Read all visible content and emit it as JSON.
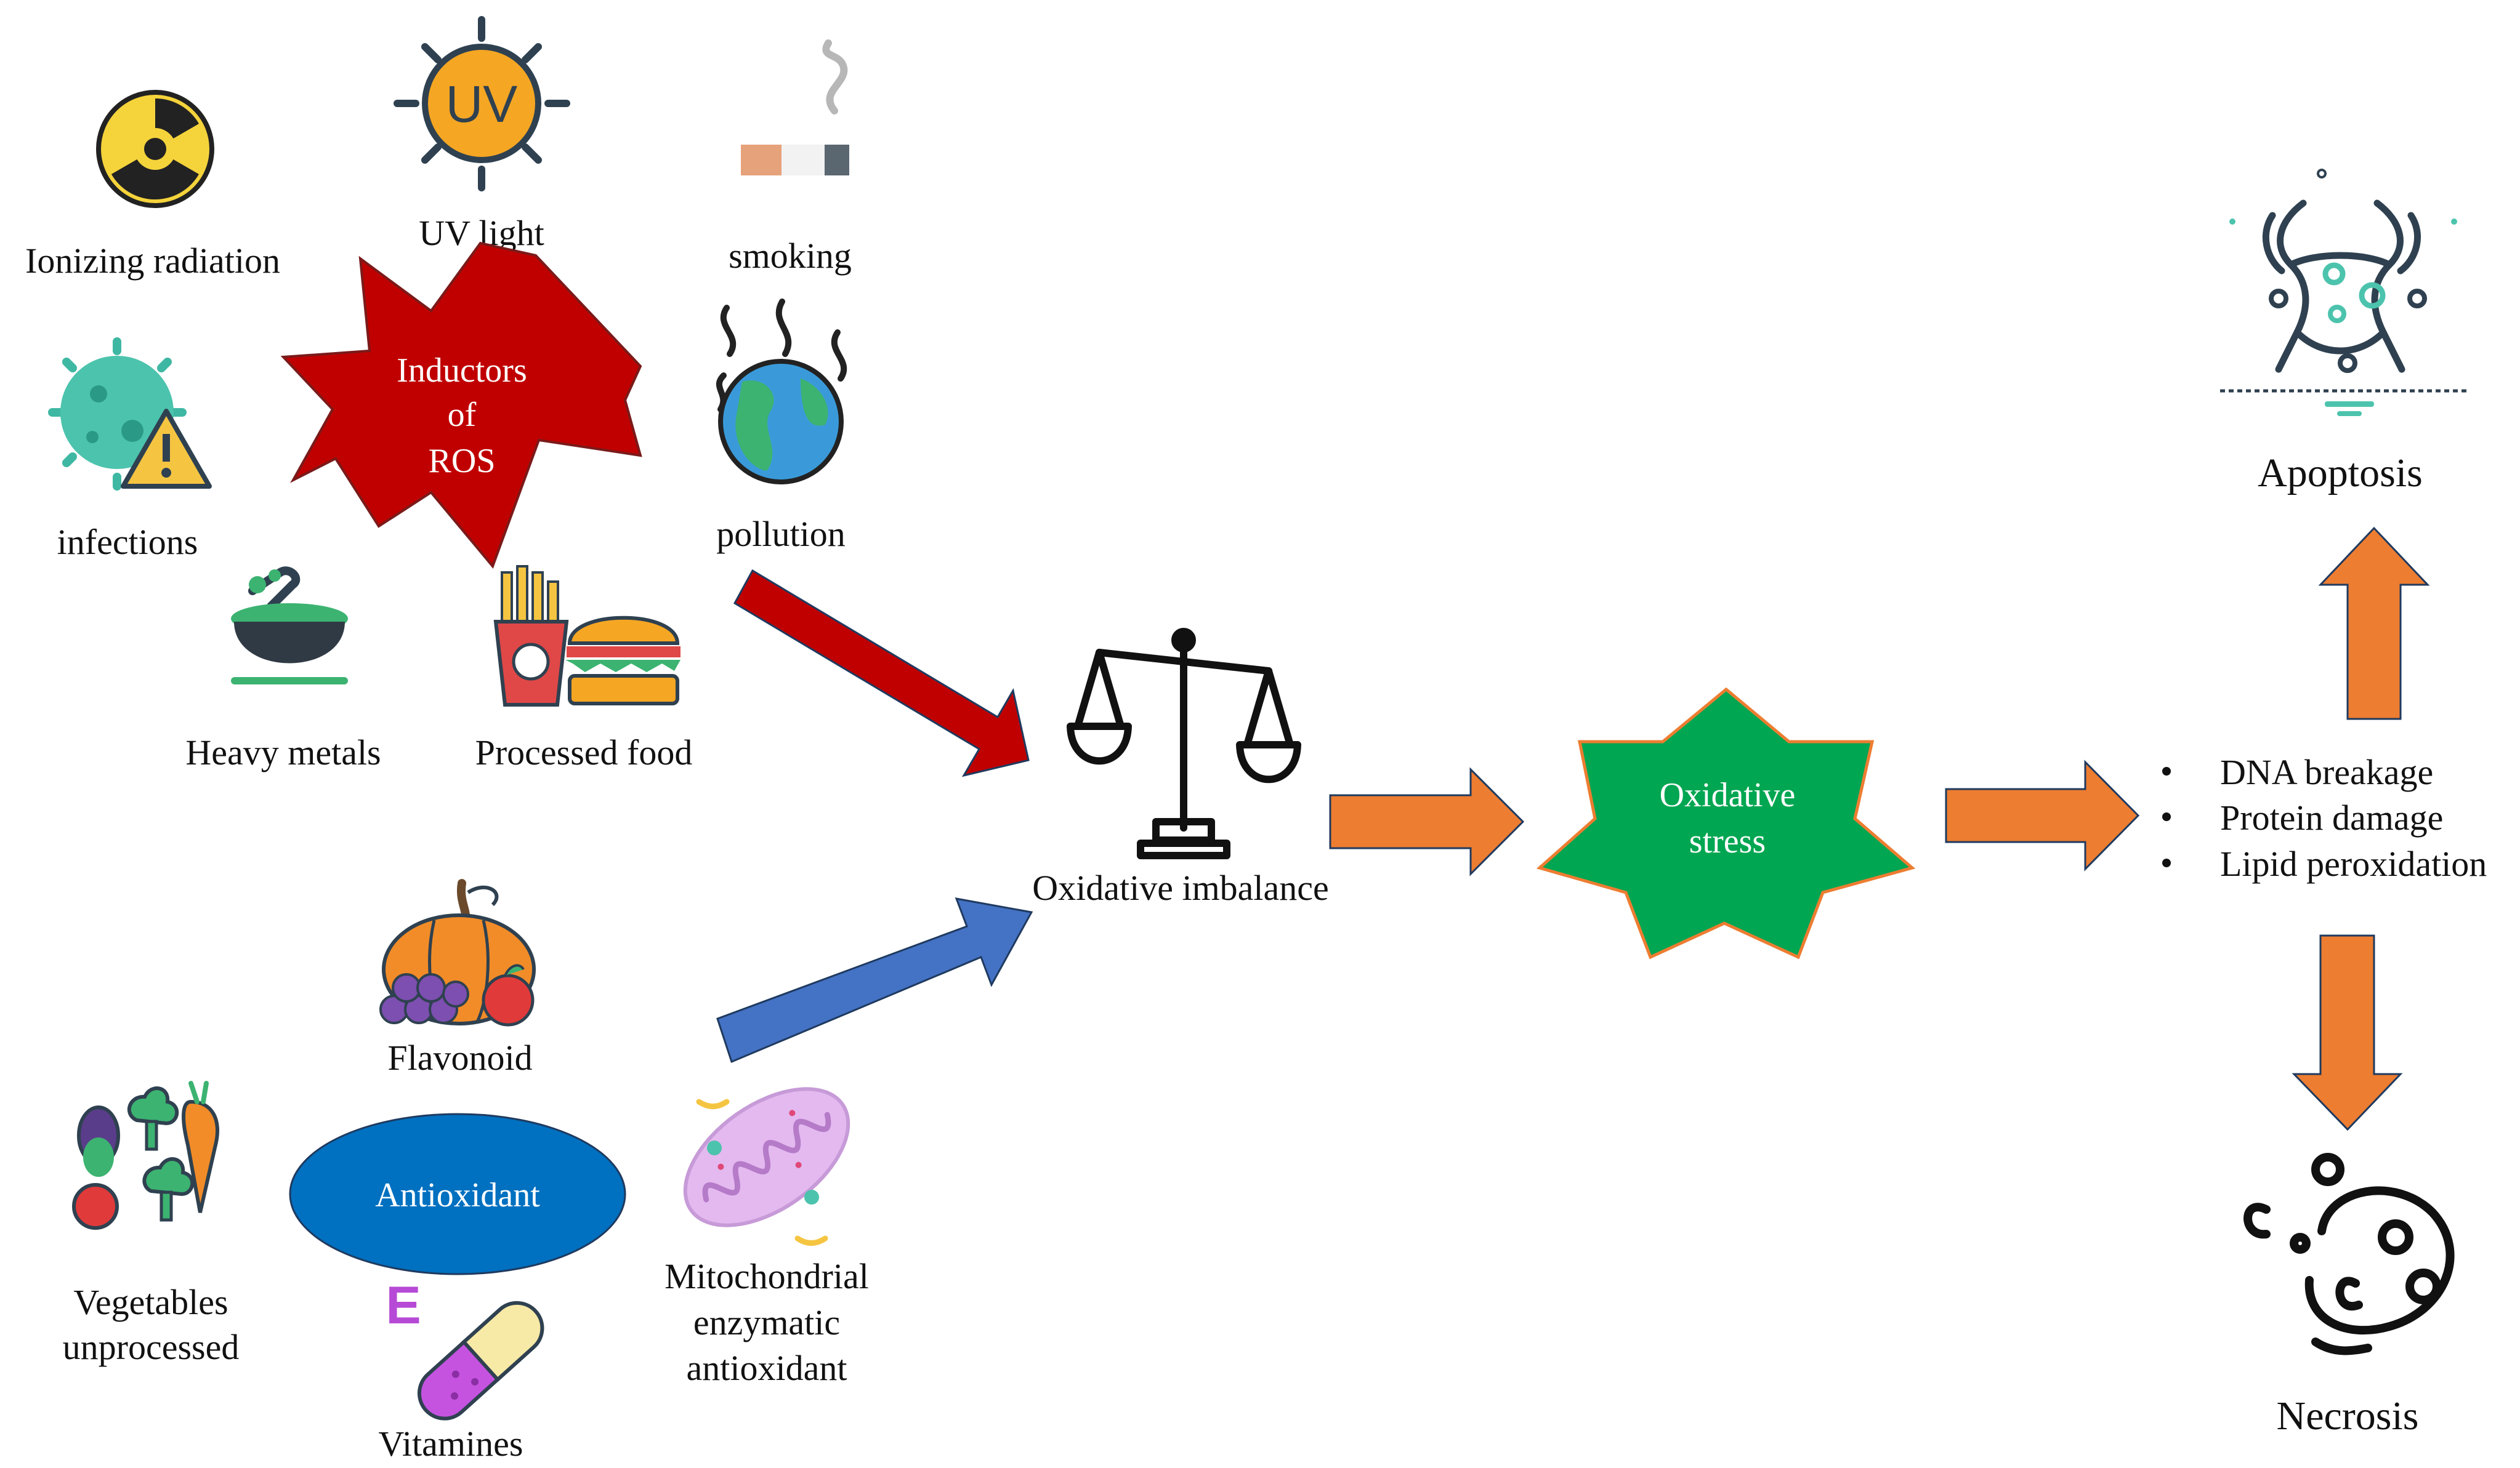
{
  "inductors": {
    "center_label_line1": "Inductors",
    "center_label_line2": "of",
    "center_label_line3": "ROS",
    "ionizing_radiation": "Ionizing radiation",
    "uv_light": "UV light",
    "uv_icon_text": "UV",
    "smoking": "smoking",
    "infections": "infections",
    "pollution": "pollution",
    "heavy_metals": "Heavy metals",
    "processed_food": "Processed food"
  },
  "antioxidants": {
    "center_label": "Antioxidant",
    "flavonoid": "Flavonoid",
    "vegetables_line1": "Vegetables",
    "vegetables_line2": "unprocessed",
    "vitamines": "Vitamines",
    "vitamin_icon_text": "E",
    "mito_line1": "Mitochondrial",
    "mito_line2": "enzymatic",
    "mito_line3": "antioxidant"
  },
  "center": {
    "oxidative_imbalance": "Oxidative imbalance",
    "oxidative_stress_line1": "Oxidative",
    "oxidative_stress_line2": "stress"
  },
  "damage": {
    "items": [
      "DNA breakage",
      "Protein damage",
      "Lipid peroxidation"
    ]
  },
  "outcomes": {
    "apoptosis": "Apoptosis",
    "necrosis": "Necrosis"
  },
  "colors": {
    "ros_star": "#c00000",
    "antioxidant_ellipse": "#0070c0",
    "stress_star": "#00a651",
    "red_arrow": "#c00000",
    "blue_arrow": "#4472c4",
    "orange_arrow": "#ed7d31"
  }
}
